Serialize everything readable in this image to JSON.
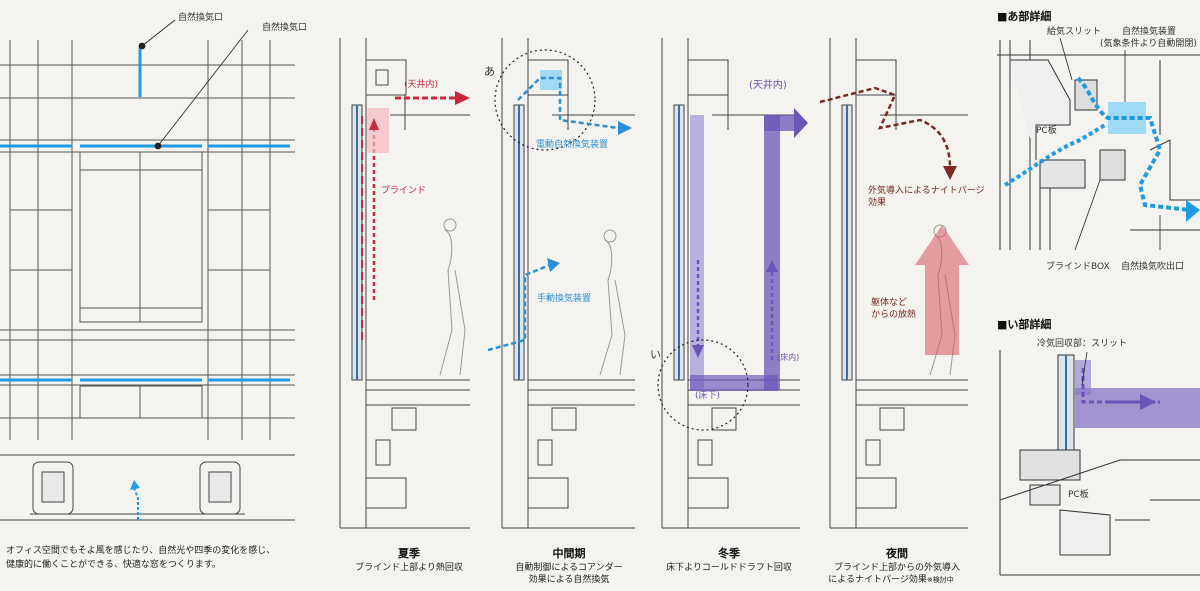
{
  "elevation": {
    "vent_label_1": "自然換気口",
    "vent_label_2": "自然換気口",
    "description_line1": "オフィス空間でもそよ風を感じたり、自然光や四季の変化を感じ、",
    "description_line2": "健康的に働くことができる、快適な窓をつくります。"
  },
  "panels": [
    {
      "season": "夏季",
      "caption": "ブラインド上部より熱回収",
      "labels": {
        "ceiling": "(天井内)",
        "blind": "ブラインド"
      }
    },
    {
      "season": "中間期",
      "caption_line1": "自動制御によるコアンダー",
      "caption_line2": "効果による自然換気",
      "labels": {
        "marker": "あ",
        "auto_vent": "電動自然換気装置",
        "manual_vent": "手動換気装置"
      }
    },
    {
      "season": "冬季",
      "caption": "床下よりコールドドラフト回収",
      "labels": {
        "ceiling": "(天井内)",
        "underfloor": "(床下)",
        "small": "(床内)",
        "marker": "い"
      }
    },
    {
      "season": "夜間",
      "caption_line1": "ブラインド上部からの外気導入",
      "caption_line2": "によるナイトパージ効果",
      "note": "※検討中",
      "labels": {
        "night_purge_line1": "外気導入によるナイトパージ",
        "night_purge_line2": "効果",
        "heat_line1": "躯体など",
        "heat_line2": "からの放熱"
      }
    }
  ],
  "detail_a": {
    "heading": "■あ部詳細",
    "supply_slit": "給気スリット",
    "vent_device_line1": "自然換気装置",
    "vent_device_line2": "(気象条件より自動開閉)",
    "pc_panel": "PC板",
    "blind_box": "ブラインドBOX",
    "outlet": "自然換気吹出口"
  },
  "detail_i": {
    "heading": "■い部詳細",
    "cold_recovery": "冷気回収部：スリット",
    "pc_panel": "PC板"
  },
  "colors": {
    "red": "#c8283a",
    "blue": "#2a8fd6",
    "purple": "#6a55b8",
    "brown": "#7a2a22",
    "vent_blue": "#1f9be6"
  }
}
